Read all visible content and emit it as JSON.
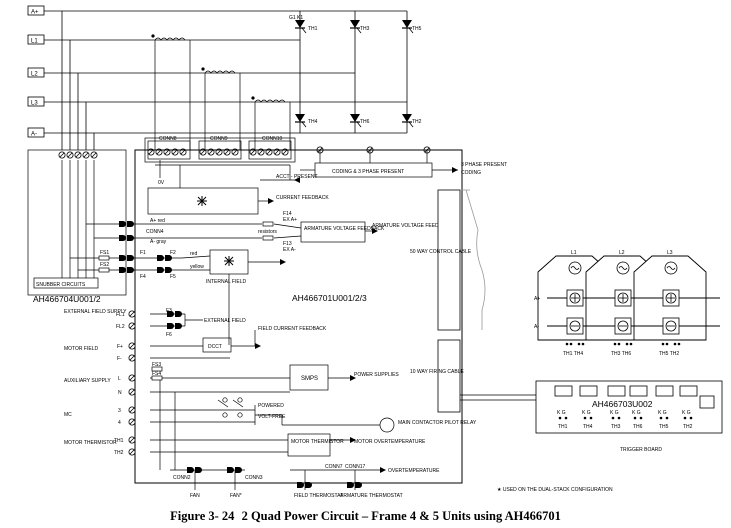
{
  "caption": {
    "figure": "Figure 3- 24",
    "title": "2 Quad Power Circuit – Frame 4 & 5 Units using AH466701"
  },
  "supply_lines": [
    "A+",
    "L1",
    "L2",
    "L3",
    "A-"
  ],
  "thyristors": {
    "gk_label": "G1 K1",
    "labels": [
      "TH1",
      "TH3",
      "TH5",
      "TH4",
      "TH6",
      "TH2"
    ]
  },
  "connectors": {
    "conn8": "CONN8",
    "conn9": "CONN9",
    "conn10": "CONN10",
    "conn4": "CONN4",
    "conn2": "CONN2",
    "conn3": "CONN3",
    "conn7": "CONN7",
    "conn17": "CONN17"
  },
  "main_board": {
    "id": "AH466701U001/2/3",
    "ov": "0V",
    "acct_present": "ACCT - PRESENT",
    "current_feedback": "CURRENT FEEDBACK",
    "coding_box": "CODING & 3 PHASE PRESENT",
    "three_phase_present": "3 PHASE PRESENT",
    "coding": "CODING",
    "armature_voltage_feedback_box": "ARMATURE VOLTAGE FEEDBACK",
    "armature_voltage_feedback": "ARMATURE VOLTAGE FEEDBACK",
    "resistors": "resistors",
    "f14": "F14",
    "ex_a_plus": "EX A+",
    "f13": "F13",
    "ex_a_minus": "EX A-",
    "a_plus_red": "A+ red",
    "a_minus_gray": "A- gray",
    "fs1": "FS1",
    "fs2": "FS2",
    "f1": "F1",
    "f2": "F2",
    "f4": "F4",
    "f5": "F5",
    "f3": "F3",
    "f6": "F6",
    "red": "red",
    "yellow": "yellow",
    "internal_field": "INTERNAL FIELD",
    "external_field": "EXTERNAL FIELD",
    "dcct": "DCCT",
    "field_current_feedback": "FIELD CURRENT FEEDBACK",
    "smps": "SMPS",
    "power_supplies": "POWER SUPPLIES",
    "powered": "POWERED",
    "volt_free": "VOLT-FREE",
    "main_contactor": "MAIN CONTACTOR PILOT RELAY",
    "motor_thermistor_box": "MOTOR THERMISTOR",
    "motor_overtemperature": "MOTOR OVERTEMPERATURE",
    "overtemperature": "OVERTEMPERATURE",
    "fan": "FAN",
    "fan_star": "FAN*",
    "field_thermostat": "FIELD THERMOSTAT",
    "armature_thermostat": "ARMATURE THERMOSTAT",
    "fs3": "FS3",
    "fs4": "FS4"
  },
  "snubber": {
    "label": "SNUBBER CIRCUITS",
    "board_id": "AH466704U001/2"
  },
  "terminals": {
    "external_field_supply": "EXTERNAL FIELD SUPPLY",
    "fl1": "FL1",
    "fl2": "FL2",
    "motor_field": "MOTOR FIELD",
    "f_plus": "F+",
    "f_minus": "F-",
    "auxiliary_supply": "AUXILIARY SUPPLY",
    "l": "L",
    "n": "N",
    "mc": "MC",
    "t3": "3",
    "t4": "4",
    "motor_thermistor": "MOTOR THERMISTOR",
    "th1": "TH1",
    "th2": "TH2"
  },
  "cables": {
    "control": "50 WAY CONTROL CABLE",
    "firing": "10 WAY FIRING CABLE"
  },
  "stack": {
    "phases": [
      "L1",
      "L2",
      "L3"
    ],
    "a_plus": "A+",
    "a_minus": "A-",
    "th_pairs": [
      "TH1 TH4",
      "TH3 TH6",
      "TH5 TH2"
    ]
  },
  "trigger_board": {
    "id": "AH466703U002",
    "label": "TRIGGER BOARD",
    "kg": "K G",
    "th_labels": [
      "TH1",
      "TH4",
      "TH3",
      "TH6",
      "TH5",
      "TH2"
    ]
  },
  "note": "★  USED ON THE DUAL-STACK CONFIGURATION"
}
